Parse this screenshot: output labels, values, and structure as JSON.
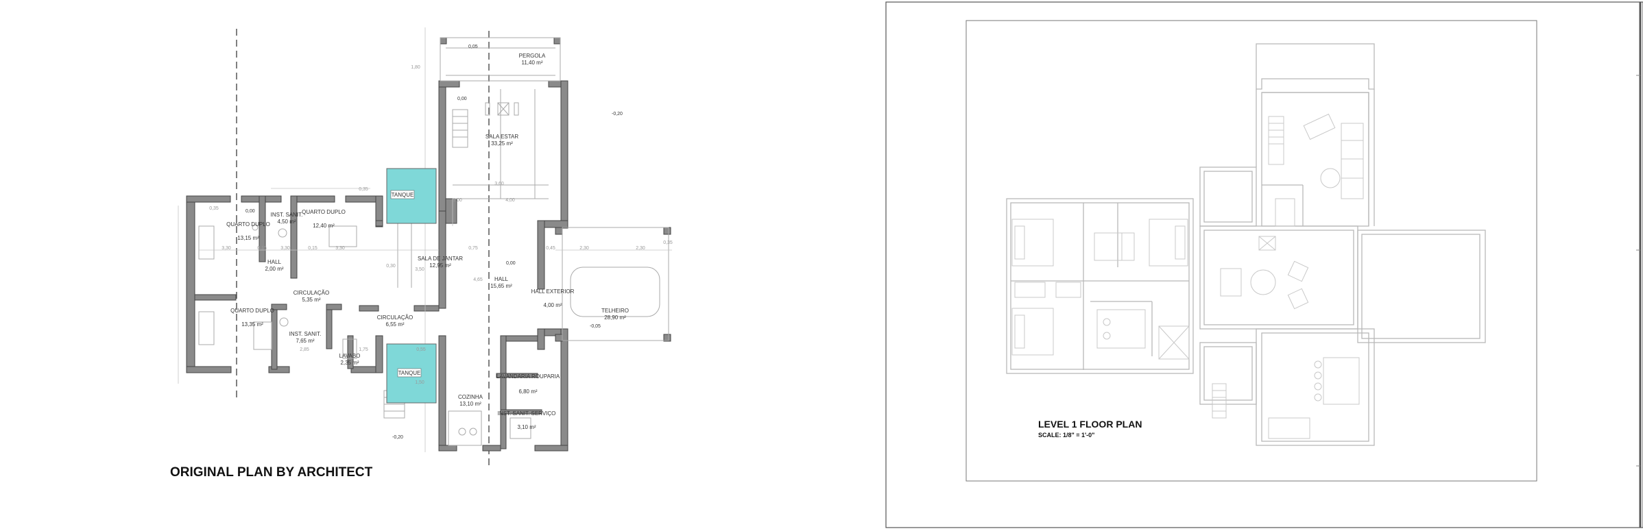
{
  "left_plan": {
    "title": "ORIGINAL PLAN BY ARCHITECT",
    "rooms": [
      {
        "id": "quarto-duplo-1",
        "name": "QUARTO DUPLO",
        "area": "13,15 m²"
      },
      {
        "id": "inst-sanit-1",
        "name": "INST. SANIT.",
        "area": "4,50 m²"
      },
      {
        "id": "quarto-duplo-2",
        "name": "QUARTO DUPLO",
        "area": "12,40 m²"
      },
      {
        "id": "hall-1",
        "name": "HALL",
        "area": "2,00 m²"
      },
      {
        "id": "circulacao-1",
        "name": "CIRCULAÇÃO",
        "area": "5,35 m²"
      },
      {
        "id": "quarto-duplo-3",
        "name": "QUARTO DUPLO",
        "area": "13,35 m²"
      },
      {
        "id": "inst-sanit-2",
        "name": "INST. SANIT.",
        "area": "7,65 m²"
      },
      {
        "id": "lavabo",
        "name": "LAVABO",
        "area": "2,35 m²"
      },
      {
        "id": "circulacao-2",
        "name": "CIRCULAÇÃO",
        "area": "6,55 m²"
      },
      {
        "id": "sala-jantar",
        "name": "SALA DE JANTAR",
        "area": "12,95 m²"
      },
      {
        "id": "sala-estar",
        "name": "SALA ESTAR",
        "area": "33,25 m²"
      },
      {
        "id": "pergola",
        "name": "PERGOLA",
        "area": "11,40 m²"
      },
      {
        "id": "hall-2",
        "name": "HALL",
        "area": "15,65 m²"
      },
      {
        "id": "hall-exterior",
        "name": "HALL EXTERIOR",
        "area": "4,00 m²"
      },
      {
        "id": "telheiro",
        "name": "TELHEIRO",
        "area": "28,90 m²"
      },
      {
        "id": "cozinha",
        "name": "COZINHA",
        "area": "13,10 m²"
      },
      {
        "id": "lavandaria",
        "name": "LAVANDARIA ROUPARIA",
        "area": "6,80 m²"
      },
      {
        "id": "inst-sanit-servico",
        "name": "INST. SANIT. SERVIÇO",
        "area": "3,10 m²"
      }
    ],
    "tanks": [
      "TANQUE",
      "TANQUE"
    ],
    "levels": [
      "0,05",
      "0,00",
      "-0,20",
      "0,00",
      "-0,05",
      "0,00",
      "-0,20"
    ],
    "dims": [
      "0,35",
      "3,30",
      "0,15",
      "3,30",
      "0,15",
      "3,30",
      "0,35",
      "0,75",
      "2,30",
      "0,45",
      "2,30",
      "0,35",
      "4,00",
      "1,00",
      "3,60",
      "4,65",
      "0,30",
      "3,50",
      "1,80",
      "1,50",
      "2,85",
      "1,75",
      "0,55"
    ]
  },
  "right_plan": {
    "title": "LEVEL 1 FLOOR PLAN",
    "scale": "SCALE: 1/8\" = 1'-0\""
  },
  "colors": {
    "wall": "#888888",
    "line": "#b5b5b5",
    "tank": "#7fd8d8",
    "frame": "#555555"
  }
}
